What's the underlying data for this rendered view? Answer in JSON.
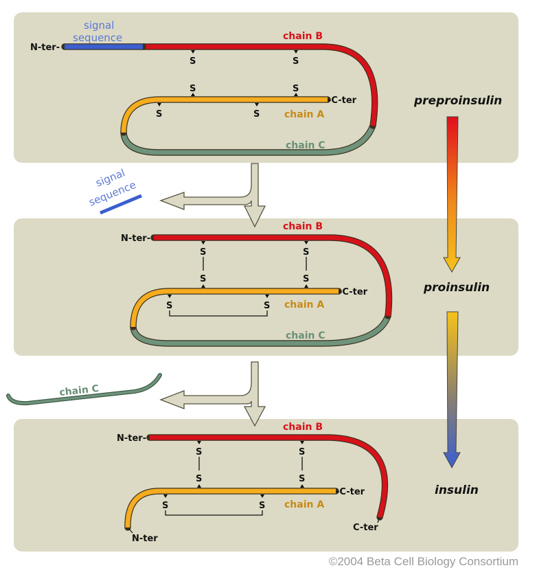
{
  "colors": {
    "panel_bg": "#dcdac4",
    "chain_a": "#f5ac1e",
    "chain_b": "#d7121a",
    "chain_c": "#6f937b",
    "signal": "#3b5fcf",
    "chain_a_label": "#c88a16",
    "chain_b_label": "#d7121a",
    "chain_c_label": "#6a8f77",
    "signal_label": "#5a78d6",
    "process_arrow_fill": "#dcdac4",
    "stage_arrow_1": [
      "#e0101e",
      "#f5c21a"
    ],
    "stage_arrow_2": [
      "#f5c21a",
      "#3b5fcf"
    ]
  },
  "panels": [
    {
      "stage": "preproinsulin",
      "labels": {
        "n_ter": "N-ter-",
        "c_ter": "-C-ter",
        "signal": [
          "signal",
          "sequence"
        ],
        "chain_a": "chain A",
        "chain_b": "chain B",
        "chain_c": "chain C"
      },
      "sulfur": "S"
    },
    {
      "stage": "proinsulin",
      "labels": {
        "n_ter": "N-ter-",
        "c_ter": "-C-ter",
        "chain_a": "chain A",
        "chain_b": "chain B",
        "chain_c": "chain C"
      },
      "sulfur": "S"
    },
    {
      "stage": "insulin",
      "labels": {
        "n_ter_b": "N-ter-",
        "c_ter_a": "-C-ter",
        "n_ter_a": "N-ter",
        "c_ter_b": "C-ter",
        "chain_a": "chain A",
        "chain_b": "chain B"
      },
      "sulfur": "S"
    }
  ],
  "cleaved": [
    {
      "name": "signal sequence",
      "label": [
        "signal",
        "sequence"
      ]
    },
    {
      "name": "chain C",
      "label": "chain C"
    }
  ],
  "credit": "©2004 Beta Cell Biology Consortium"
}
